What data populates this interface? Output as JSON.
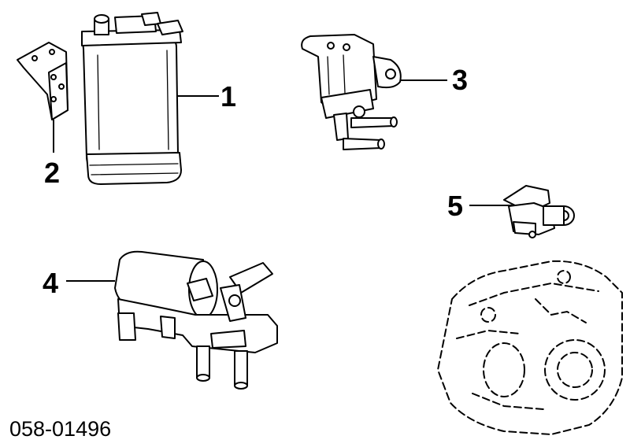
{
  "figure": {
    "document_id": "058-01496",
    "callouts": [
      {
        "id": "1",
        "label": "1"
      },
      {
        "id": "2",
        "label": "2"
      },
      {
        "id": "3",
        "label": "3"
      },
      {
        "id": "4",
        "label": "4"
      },
      {
        "id": "5",
        "label": "5"
      }
    ]
  },
  "colors": {
    "ink": "#000000",
    "background": "#ffffff"
  }
}
